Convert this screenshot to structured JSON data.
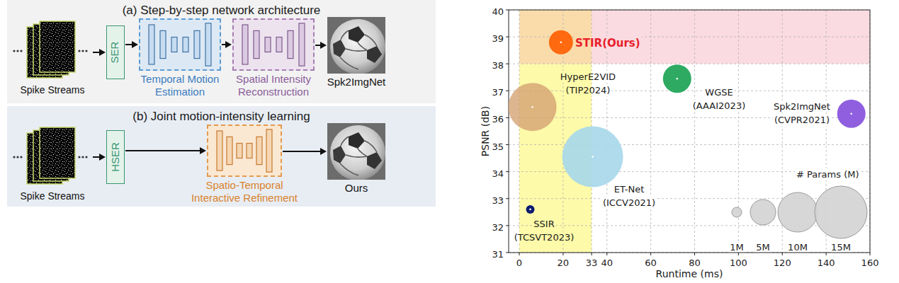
{
  "diagram": {
    "nodes": [
      {
        "text": [
          "(a) Step-by-step network architecture"
        ]
      },
      {
        "text": [
          "Spike Streams"
        ],
        "in": 0
      },
      {
        "text": [
          "SER"
        ],
        "in": 0
      },
      {
        "text": [
          "Temporal Motion Estimation"
        ],
        "in": 0
      },
      {
        "text": [
          "Spatial Intensity Reconstruction"
        ],
        "in": 0
      },
      {
        "text": [
          "Spk2ImgNet"
        ],
        "in": 0
      },
      {
        "text": [
          "(b) Joint motion-intensity learning"
        ]
      },
      {
        "text": [
          "Spike Streams"
        ],
        "in": 6
      },
      {
        "text": [
          "HSER"
        ],
        "in": 6
      },
      {
        "text": [
          "Spatio-Temporal Interactive Refinement"
        ],
        "in": 6
      },
      {
        "text": [
          "Ours"
        ],
        "in": 6
      }
    ],
    "edges": [
      {
        "from": 1,
        "to": 2,
        "arrow": "to"
      },
      {
        "from": 2,
        "to": 3,
        "arrow": "to"
      },
      {
        "from": 3,
        "to": 4,
        "arrow": "to"
      },
      {
        "from": 4,
        "to": 5,
        "arrow": "to"
      },
      {
        "from": 7,
        "to": 8,
        "arrow": "to"
      },
      {
        "from": 8,
        "to": 9,
        "arrow": "to"
      },
      {
        "from": 9,
        "to": 10,
        "arrow": "to"
      }
    ],
    "labels": [
      "40",
      "39",
      "38",
      "37",
      "36",
      "35",
      "34",
      "33",
      "32",
      "31",
      "0",
      "20",
      "33",
      "40",
      "60",
      "80",
      "100",
      "120",
      "140",
      "160",
      "PSNR (dB)",
      "Runtime (ms)",
      "STIR(Ours)",
      "HyperE2VID (TIP2024)",
      "WGSE (AAAI2023)",
      "Spk2ImgNet (CVPR2021)",
      "ET-Net (ICCV2021)",
      "SSIR (TCSVT2023)",
      "# Params (M)"
    ],
    "legend": [
      {
        "text": "1M"
      },
      {
        "text": "5M"
      },
      {
        "text": "10M"
      },
      {
        "text": "15M"
      }
    ]
  }
}
